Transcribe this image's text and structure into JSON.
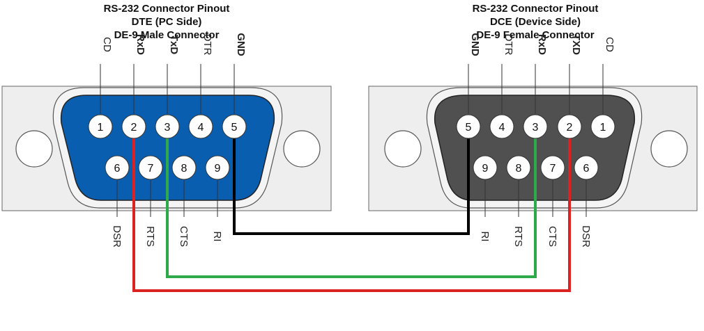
{
  "left": {
    "title": [
      "RS-232 Connector Pinout",
      "DTE (PC Side)",
      "DE-9 Male Connector"
    ],
    "shell_color": "#0a5eb0",
    "top_row": [
      {
        "pin": "1",
        "signal": "CD",
        "bold": false
      },
      {
        "pin": "2",
        "signal": "RxD",
        "bold": true
      },
      {
        "pin": "3",
        "signal": "TxD",
        "bold": true
      },
      {
        "pin": "4",
        "signal": "DTR",
        "bold": false
      },
      {
        "pin": "5",
        "signal": "GND",
        "bold": true
      }
    ],
    "bottom_row": [
      {
        "pin": "6",
        "signal": "DSR"
      },
      {
        "pin": "7",
        "signal": "RTS"
      },
      {
        "pin": "8",
        "signal": "CTS"
      },
      {
        "pin": "9",
        "signal": "RI"
      }
    ]
  },
  "right": {
    "title": [
      "RS-232 Connector Pinout",
      "DCE (Device Side)",
      "DE-9 Female Connector"
    ],
    "shell_color": "#505050",
    "top_row": [
      {
        "pin": "5",
        "signal": "GND",
        "bold": true
      },
      {
        "pin": "4",
        "signal": "DTR",
        "bold": false
      },
      {
        "pin": "3",
        "signal": "RxD",
        "bold": true
      },
      {
        "pin": "2",
        "signal": "TXD",
        "bold": true
      },
      {
        "pin": "1",
        "signal": "CD",
        "bold": false
      }
    ],
    "bottom_row": [
      {
        "pin": "9",
        "signal": "RI"
      },
      {
        "pin": "8",
        "signal": "RTS"
      },
      {
        "pin": "7",
        "signal": "CTS"
      },
      {
        "pin": "6",
        "signal": "DSR"
      }
    ]
  },
  "wires": [
    {
      "from": "left pin 5 (GND)",
      "to": "right pin 5 (GND)",
      "color": "#000000"
    },
    {
      "from": "left pin 3 (TxD)",
      "to": "right pin 3 (RxD)",
      "color": "#2eaa4a"
    },
    {
      "from": "left pin 2 (RxD)",
      "to": "right pin 2 (TXD)",
      "color": "#dd2222"
    }
  ],
  "colors": {
    "plate_fill": "#eeeeee",
    "plate_stroke": "#666666",
    "pin_fill": "#ffffff"
  }
}
